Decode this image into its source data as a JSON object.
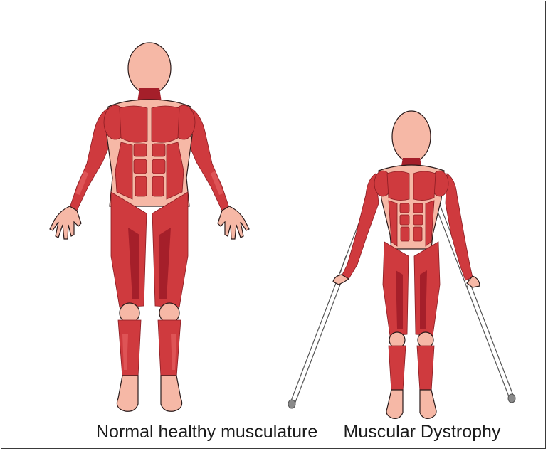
{
  "figures": [
    {
      "id": "normal",
      "label": "Normal healthy musculature"
    },
    {
      "id": "dystrophy",
      "label": "Muscular Dystrophy"
    }
  ],
  "colors": {
    "muscle": "#cf3a3e",
    "muscle_dark": "#a51f2a",
    "muscle_light": "#e0585a",
    "skin": "#f6b8a6",
    "outline": "#2a1a1a",
    "crutch": "#ffffff",
    "crutch_tip": "#8a8a8a"
  }
}
